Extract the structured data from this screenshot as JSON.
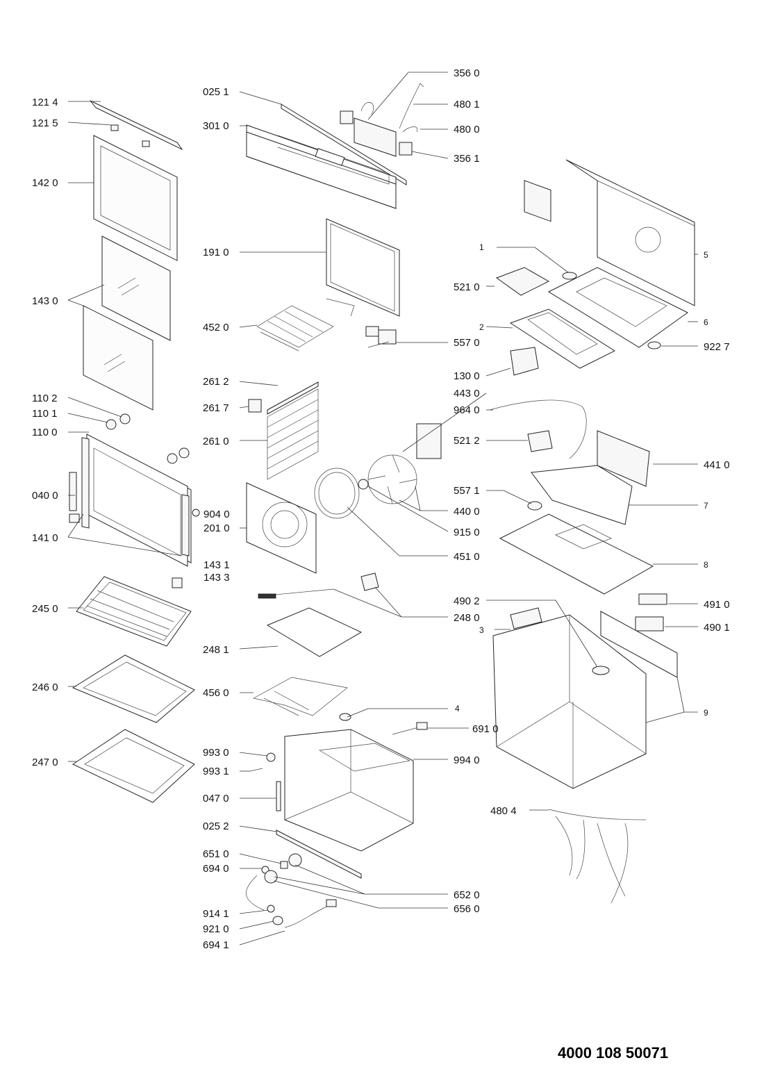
{
  "document_number": "4000 108 50071",
  "labels": {
    "l1214": "121 4",
    "l1215": "121 5",
    "l1420": "142 0",
    "l1430": "143 0",
    "l1102": "110 2",
    "l1101": "110 1",
    "l1100": "110 0",
    "l0400": "040 0",
    "l1410": "141 0",
    "l1431": "143 1",
    "l1433": "143 3",
    "l2450": "245 0",
    "l2460": "246 0",
    "l2470": "247 0",
    "l0251": "025 1",
    "l3010": "301 0",
    "l1910": "191 0",
    "l4520": "452 0",
    "l2612": "261 2",
    "l2617": "261 7",
    "l2610": "261 0",
    "l9040": "904 0",
    "l2010": "201 0",
    "l2481": "248 1",
    "l4560": "456 0",
    "l9930": "993 0",
    "l9931": "993 1",
    "l0470": "047 0",
    "l0252": "025 2",
    "l6510": "651 0",
    "l6940": "694 0",
    "l9141": "914 1",
    "l9210": "921 0",
    "l6941": "694 1",
    "l3560": "356 0",
    "l4801": "480 1",
    "l4800": "480 0",
    "l3561": "356 1",
    "l5570": "557 0",
    "l1300": "130 0",
    "l4430": "443 0",
    "l9640": "964 0",
    "l5212": "521 2",
    "l5571": "557 1",
    "l4400": "440 0",
    "l9150": "915 0",
    "l4510": "451 0",
    "l2480": "248 0",
    "l4902": "490 2",
    "l6910": "691 0",
    "l9940": "994 0",
    "l4804": "480 4",
    "l6520": "652 0",
    "l6560": "656 0",
    "l5210": "521 0",
    "l9227": "922 7",
    "l4410": "441 0",
    "l4910": "491 0",
    "l4901": "490 1",
    "n1": "1",
    "n2": "2",
    "n3": "3",
    "n4": "4",
    "n5": "5",
    "n6": "6",
    "n7": "7",
    "n8": "8",
    "n9": "9"
  }
}
